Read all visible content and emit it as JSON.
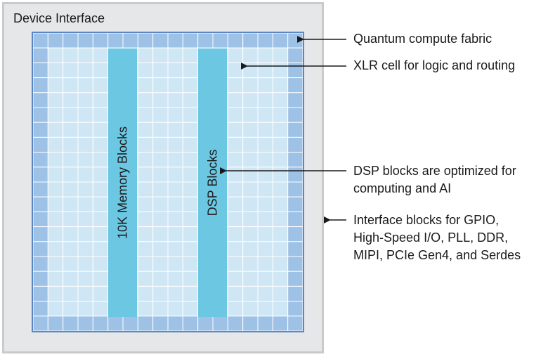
{
  "device": {
    "title": "Device Interface"
  },
  "blocks": {
    "memory_label": "10K Memory Blocks",
    "dsp_label": "DSP Blocks"
  },
  "annotations": {
    "fabric": "Quantum compute fabric",
    "xlr": "XLR cell for logic and routing",
    "dsp": [
      "DSP blocks are optimized for",
      "computing and AI"
    ],
    "interface": [
      "Interface blocks for GPIO,",
      "High-Speed I/O, PLL, DDR,",
      "MIPI, PCIe Gen4, and Serdes"
    ]
  },
  "colors": {
    "device_bg": "#e6e7e8",
    "device_border": "#c9cacc",
    "fabric_border": "#5b87c6",
    "interface_cell": "#9ec1e6",
    "xlr_cell": "#cfe6f4",
    "grid_line": "#ffffff",
    "block_fill": "#6cc7e3",
    "arrow": "#1a1a1a"
  }
}
